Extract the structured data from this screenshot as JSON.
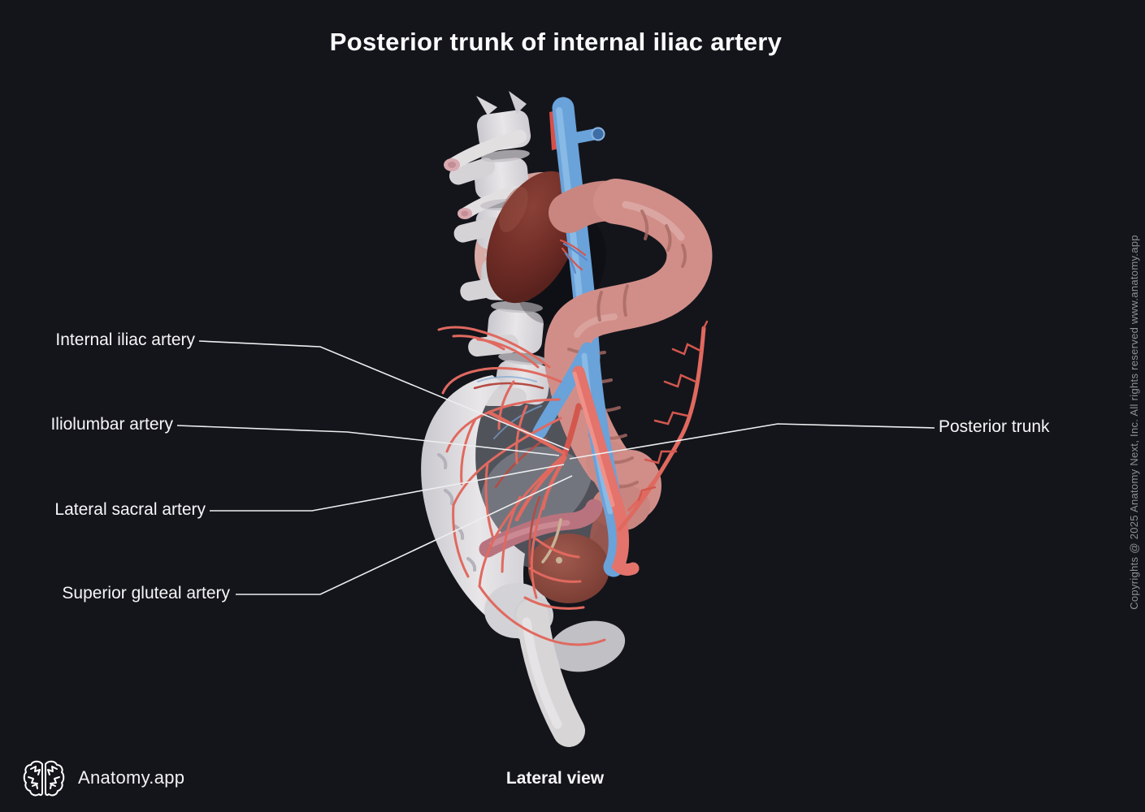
{
  "title": "Posterior trunk of internal iliac artery",
  "view_caption": "Lateral view",
  "branding": {
    "logo_icon": "brain-icon",
    "app_name": "Anatomy.app"
  },
  "copyright": "Copyrights @ 2025 Anatomy Next, Inc. All rights reserved www.anatomy.app",
  "labels": {
    "left": [
      {
        "text": "Internal iliac artery"
      },
      {
        "text": "Iliolumbar artery"
      },
      {
        "text": "Lateral sacral artery"
      },
      {
        "text": "Superior gluteal artery"
      }
    ],
    "right": [
      {
        "text": "Posterior trunk"
      }
    ]
  },
  "colors": {
    "background": "#14151b",
    "label_text": "#f6f6f7",
    "copyright_text": "#8d9096",
    "leader_line": "#edeef0",
    "artery": "#e0695f",
    "vein": "#6aa2da",
    "bone": "#dcdade",
    "colon": "#d18e88",
    "kidney": "#6d2b25",
    "bladder": "#8e4a42"
  }
}
